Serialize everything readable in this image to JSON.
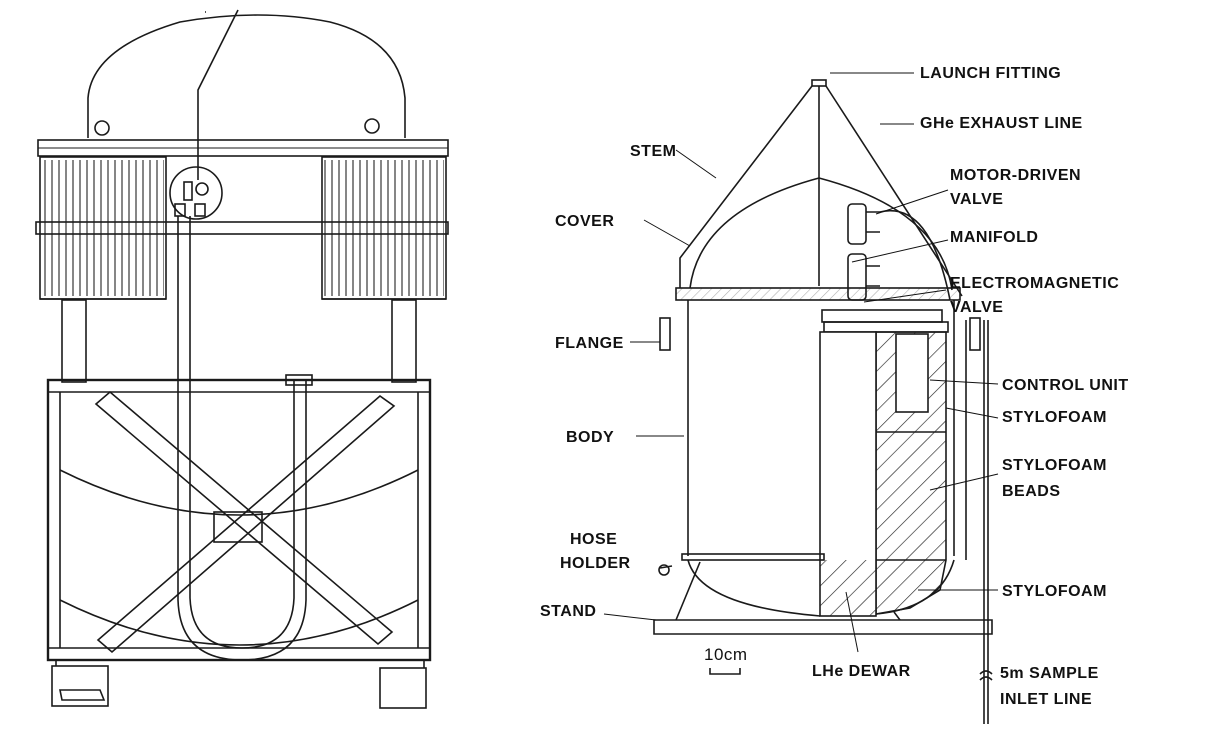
{
  "labels": {
    "launch_fitting": "LAUNCH FITTING",
    "ghe_exhaust_line": "GHe EXHAUST LINE",
    "stem": "STEM",
    "motor_driven_1": "MOTOR-DRIVEN",
    "motor_driven_2": "VALVE",
    "cover": "COVER",
    "manifold": "MANIFOLD",
    "electromagnetic_1": "ELECTROMAGNETIC",
    "electromagnetic_2": "VALVE",
    "flange": "FLANGE",
    "control_unit": "CONTROL UNIT",
    "stylofoam_top": "STYLOFOAM",
    "body": "BODY",
    "stylofoam_beads_1": "STYLOFOAM",
    "stylofoam_beads_2": "BEADS",
    "hose_holder_1": "HOSE",
    "hose_holder_2": "HOLDER",
    "stylofoam_bottom": "STYLOFOAM",
    "stand": "STAND",
    "scale": "10cm",
    "lhe_dewar": "LHe DEWAR",
    "sample_inlet_1": "5m SAMPLE",
    "sample_inlet_2": "INLET LINE"
  }
}
